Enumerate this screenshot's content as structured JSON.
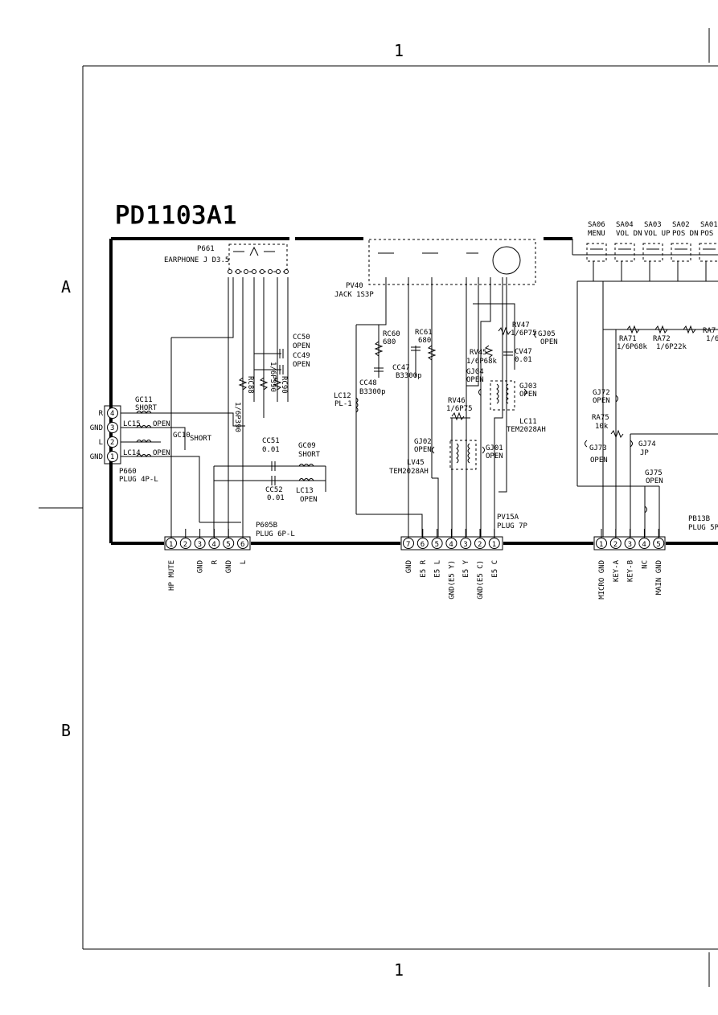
{
  "sheet": {
    "number": "1",
    "zone_a": "A",
    "zone_b": "B",
    "board_id": "PD1103A1"
  },
  "components": {
    "p661": {
      "ref": "P661",
      "desc": "EARPHONE J D3.5"
    },
    "pv40": {
      "ref": "PV40",
      "desc": "JACK 1S3P"
    },
    "rc60": {
      "ref": "RC60",
      "val": "680"
    },
    "rc61": {
      "ref": "RC61",
      "val": "680"
    },
    "cc48": {
      "ref": "CC48",
      "val": "B3300p"
    },
    "cc47": {
      "ref": "CC47",
      "val": "B3300p"
    },
    "lc12": {
      "ref": "LC12",
      "val": "PL-1"
    },
    "cc50": {
      "ref": "CC50",
      "val": "OPEN"
    },
    "cc49": {
      "ref": "CC49",
      "val": "OPEN"
    },
    "r690a": {
      "ref": "1/6P390"
    },
    "r688": {
      "ref": "RC88"
    },
    "r690b": {
      "ref": "1/6P390"
    },
    "r690c": {
      "ref": "RC90"
    },
    "gc11": {
      "ref": "GC11",
      "val": "SHORT"
    },
    "lc15": {
      "ref": "LC15",
      "val": "OPEN"
    },
    "gc10": {
      "ref": "GC10",
      "val": "SHORT"
    },
    "lc14": {
      "ref": "LC14",
      "val": "OPEN"
    },
    "cc51": {
      "ref": "CC51",
      "val": "0.01"
    },
    "gc09": {
      "ref": "GC09",
      "val": "SHORT"
    },
    "cc52": {
      "ref": "CC52",
      "val": "0.01"
    },
    "lc13": {
      "ref": "LC13",
      "val": "OPEN"
    },
    "rv47": {
      "ref": "RV47",
      "val": "1/6P75"
    },
    "gj05": {
      "ref": "GJ05",
      "val": "OPEN"
    },
    "rv45": {
      "ref": "RV45",
      "val": "1/6P68k"
    },
    "cv47": {
      "ref": "CV47",
      "val": "0.01"
    },
    "gj04": {
      "ref": "GJ04",
      "val": "OPEN"
    },
    "gj03": {
      "ref": "GJ03",
      "val": "OPEN"
    },
    "rv46": {
      "ref": "RV46",
      "val": "1/6P75"
    },
    "lc11": {
      "ref": "LC11",
      "val": "TEM2028AH"
    },
    "gj02": {
      "ref": "GJ02",
      "val": "OPEN"
    },
    "gj01": {
      "ref": "GJ01",
      "val": "OPEN"
    },
    "lv45": {
      "ref": "LV45",
      "val": "TEM2028AH"
    },
    "sa06": {
      "ref": "SA06",
      "val": "MENU"
    },
    "sa04": {
      "ref": "SA04",
      "val": "VOL DN"
    },
    "sa03": {
      "ref": "SA03",
      "val": "VOL UP"
    },
    "sa02": {
      "ref": "SA02",
      "val": "POS DN"
    },
    "sa01": {
      "ref": "SA01",
      "val": "POS U"
    },
    "ra71": {
      "ref": "RA71",
      "val": "1/6P68k"
    },
    "ra72": {
      "ref": "RA72",
      "val": "1/6P22k"
    },
    "ra73": {
      "ref": "RA7",
      "val": "1/6"
    },
    "gj72": {
      "ref": "GJ72",
      "val": "OPEN"
    },
    "ra75": {
      "ref": "RA75",
      "val": "10k"
    },
    "gj73": {
      "ref": "GJ73",
      "val": "OPEN"
    },
    "gj74": {
      "ref": "GJ74",
      "val": "JP"
    },
    "gj75": {
      "ref": "GJ75",
      "val": "OPEN"
    }
  },
  "connectors": {
    "p660": {
      "ref": "P660",
      "type": "PLUG 4P-L",
      "pins": [
        {
          "n": "4",
          "sig": "R"
        },
        {
          "n": "3",
          "sig": "GND"
        },
        {
          "n": "2",
          "sig": "L"
        },
        {
          "n": "1",
          "sig": "GND"
        }
      ]
    },
    "p605b": {
      "ref": "P605B",
      "type": "PLUG 6P-L",
      "pins": [
        {
          "n": "1",
          "sig": "HP MUTE"
        },
        {
          "n": "2",
          "sig": ""
        },
        {
          "n": "3",
          "sig": "GND"
        },
        {
          "n": "4",
          "sig": "R"
        },
        {
          "n": "5",
          "sig": "GND"
        },
        {
          "n": "6",
          "sig": "L"
        }
      ]
    },
    "pv15a": {
      "ref": "PV15A",
      "type": "PLUG 7P",
      "pins": [
        {
          "n": "7",
          "sig": "GND"
        },
        {
          "n": "6",
          "sig": "E5 R"
        },
        {
          "n": "5",
          "sig": "E5 L"
        },
        {
          "n": "4",
          "sig": "GND(E5 Y)"
        },
        {
          "n": "3",
          "sig": "E5 Y"
        },
        {
          "n": "2",
          "sig": "GND(E5 C)"
        },
        {
          "n": "1",
          "sig": "E5 C"
        }
      ]
    },
    "pb13b": {
      "ref": "PB13B",
      "type": "PLUG 5P",
      "pins": [
        {
          "n": "1",
          "sig": "MICRO GND"
        },
        {
          "n": "2",
          "sig": "KEY-A"
        },
        {
          "n": "3",
          "sig": "KEY-B"
        },
        {
          "n": "4",
          "sig": "NC"
        },
        {
          "n": "5",
          "sig": "MAIN GND"
        }
      ]
    }
  }
}
